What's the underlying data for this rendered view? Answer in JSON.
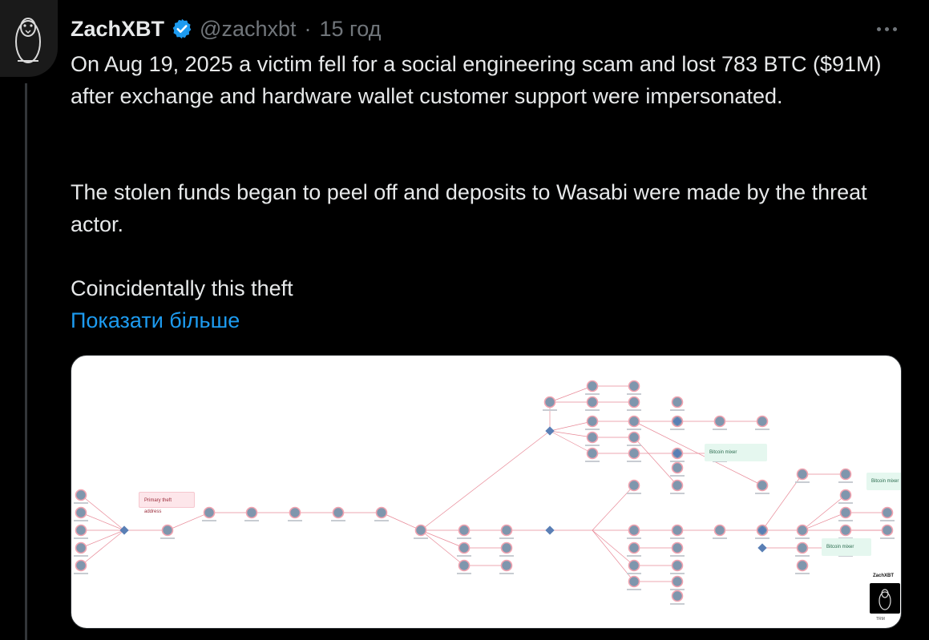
{
  "author": {
    "name": "ZachXBT",
    "handle": "@zachxbt",
    "separator": "·",
    "time": "15 год",
    "verified": true,
    "avatar_icon": "penguin-avatar-icon"
  },
  "tweet": {
    "paragraph1": "On Aug 19, 2025 a victim fell for a social engineering scam and lost 783 BTC ($91M) after exchange and hardware wallet customer support were impersonated.",
    "paragraph2": "The stolen funds began to peel off and deposits to Wasabi were made by the threat actor.",
    "paragraph3": "Coincidentally this theft",
    "show_more": "Показати більше"
  },
  "media": {
    "primary_label": "Primary theft address",
    "mixer_label_1": "Bitcoin mixer",
    "mixer_label_2": "Bitcoin mixer",
    "mixer_label_3": "Bitcoin mixer",
    "watermark_name": "ZachXBT",
    "watermark_tag": "TRM"
  },
  "colors": {
    "background": "#000000",
    "text": "#e7e9ea",
    "muted": "#71767b",
    "link": "#1d9bf0",
    "verified": "#1d9bf0",
    "edge": "#e88a98"
  }
}
